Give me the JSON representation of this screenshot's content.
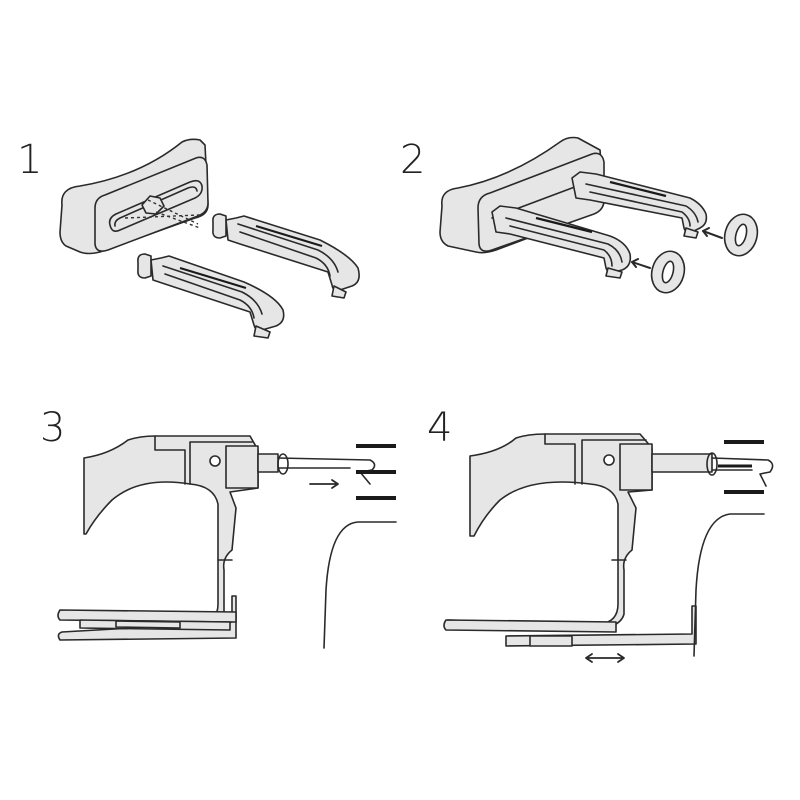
{
  "diagram": {
    "type": "assembly-instructions",
    "layout": "2x2 grid",
    "background": "#ffffff",
    "line_color": "#2a2a2a",
    "fill_color": "#e6e6e6",
    "steps": [
      {
        "number": "1",
        "description": "Two clip pins shown next to a curved base block with a slot; dotted lines show pin insertion into slot"
      },
      {
        "number": "2",
        "description": "Both pins inserted into base block; two washers with arrows pointing onto the pin hooks"
      },
      {
        "number": "3",
        "description": "Side view of bracket mounted on pin; pin hook pushed (arrow →) through a vent slat"
      },
      {
        "number": "4",
        "description": "Pin hooked behind slat; bottom foot plate slides to adjust (double arrow ↔) against the surface"
      }
    ],
    "arrows": {
      "step2_washer_arrows": "←",
      "step3_push_arrow": "→",
      "step4_adjust_arrow": "↔"
    }
  }
}
